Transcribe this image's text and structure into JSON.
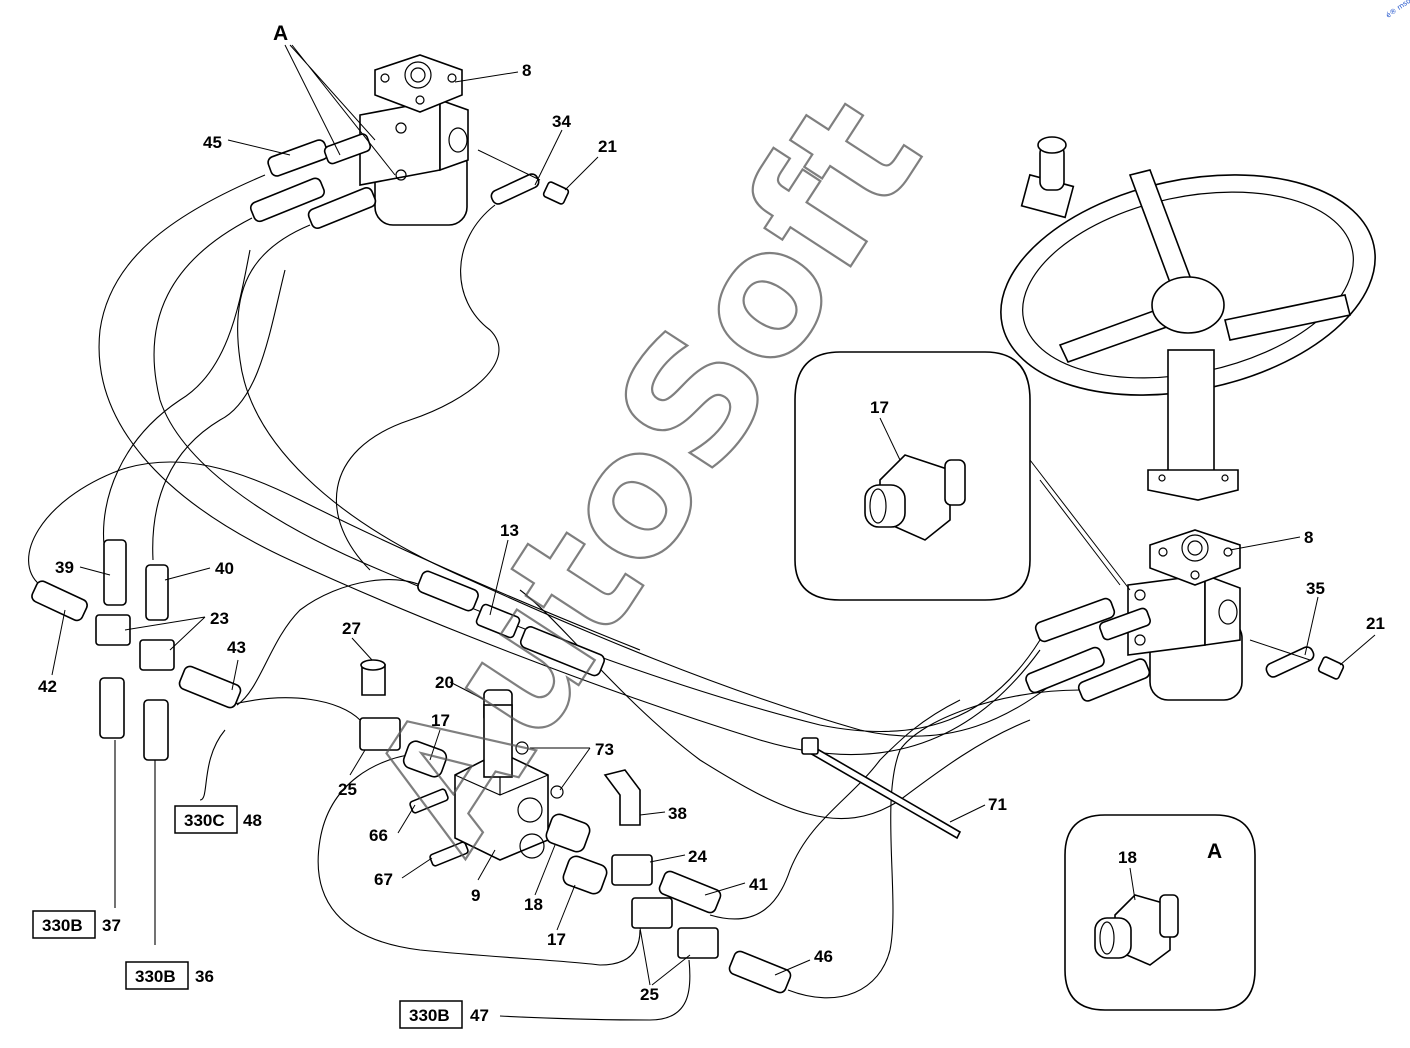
{
  "watermark": "AutoSoft",
  "corner_mark": "é® mso",
  "detail_callout_letter": "A",
  "labels": {
    "A": "A",
    "p8a": "8",
    "p8b": "8",
    "p45": "45",
    "p34": "34",
    "p21a": "21",
    "p21b": "21",
    "p35": "35",
    "p17a": "17",
    "p17b": "17",
    "p17c": "17",
    "p18a": "18",
    "p18b": "18",
    "p13": "13",
    "p39": "39",
    "p40": "40",
    "p23": "23",
    "p42": "42",
    "p43": "43",
    "p27": "27",
    "p20": "20",
    "p25a": "25",
    "p25b": "25",
    "p73": "73",
    "p38": "38",
    "p66": "66",
    "p67": "67",
    "p9": "9",
    "p24": "24",
    "p41": "41",
    "p46": "46",
    "p71": "71",
    "p48": "48",
    "p37": "37",
    "p36": "36",
    "p47": "47"
  },
  "refs": {
    "r330c": "330C",
    "r330b_37": "330B",
    "r330b_36": "330B",
    "r330b_47": "330B"
  }
}
